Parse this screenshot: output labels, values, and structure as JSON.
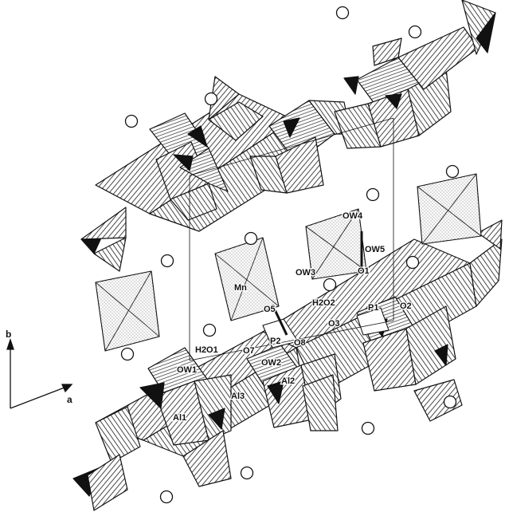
{
  "labels": {
    "ow4": "OW4",
    "ow5": "OW5",
    "ow3": "OW3",
    "o1": "O1",
    "mn": "Mn",
    "h2o2": "H2O2",
    "o5": "O5",
    "p1": "P1",
    "o2": "O2",
    "o3": "O3",
    "p2": "P2",
    "o8": "O8",
    "h2o1": "H2O1",
    "o7": "O7",
    "ow2": "OW2",
    "ow1": "OW1",
    "al2": "Al2",
    "al3": "Al3",
    "al1": "Al1"
  },
  "axes": {
    "b": "b",
    "a": "a"
  }
}
